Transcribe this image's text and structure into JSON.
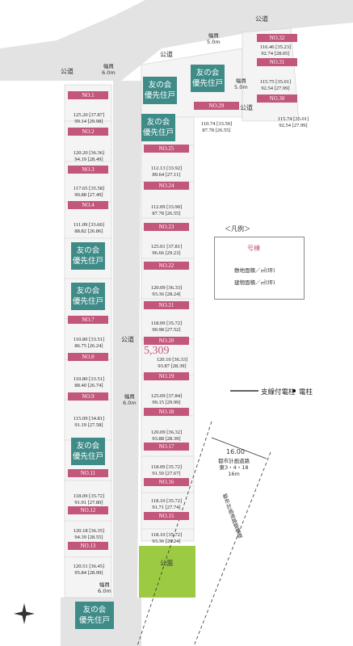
{
  "lots": [
    {
      "no": "NO.1",
      "area": ""
    },
    {
      "no": "NO.2",
      "area": "125.20 [37.87]\n99.14 [29.98]"
    },
    {
      "no": "NO.3",
      "area": "120.20 [36.36]\n94.19 [28.49]"
    },
    {
      "no": "NO.4",
      "area": "117.65 [35.58]\n90.88 [27.49]"
    },
    {
      "no": "NO.7",
      "area": "111.09 [33.60]\n88.82 [26.86]"
    },
    {
      "no": "NO.8",
      "area": "110.80 [33.51]\n86.75 [26.24]"
    },
    {
      "no": "NO.9",
      "area": "110.80 [33.51]\n88.40 [26.74]"
    },
    {
      "no": "NO.11",
      "area": "115.09 [34.81]\n91.19 [27.58]"
    },
    {
      "no": "NO.12",
      "area": "118.09 [35.72]\n91.91 [27.80]"
    },
    {
      "no": "NO.13",
      "area": "120.18 [36.35]\n94.39 [28.55]"
    },
    {
      "no": "NO.15",
      "area": "118.10 [35.72]\n91.71 [27.74]"
    },
    {
      "no": "NO.16",
      "area": "118.09 [35.72]\n91.50 [27.67]"
    },
    {
      "no": "NO.17",
      "area": "120.09 [36.32]\n93.88 [28.39]"
    },
    {
      "no": "NO.18",
      "area": "125.09 [37.84]\n99.15 [29.99]"
    },
    {
      "no": "NO.19",
      "area": "120.10 [36.33]\n93.87 [28.39]"
    },
    {
      "no": "NO.20",
      "area": "118.09 [35.72]\n90.98 [27.52]"
    },
    {
      "no": "NO.21",
      "area": "120.09 [36.33]\n93.36 [28.24]"
    },
    {
      "no": "NO.22",
      "area": "125.01 [37.81]\n96.66 [29.23]"
    },
    {
      "no": "NO.23",
      "area": "112.09 [33.90]\n87.78 [26.55]"
    },
    {
      "no": "NO.24",
      "area": "112.13 [33.92]\n89.64 [27.11]"
    },
    {
      "no": "NO.25",
      "area": ""
    },
    {
      "no": "NO.29",
      "area": "110.74 [33.50]\n87.78 [26.55]"
    },
    {
      "no": "NO.30",
      "area": "115.75 [35.01]\n92.54 [27.99]"
    },
    {
      "no": "NO.31",
      "area": "116.46 [35.23]\n92.74 [28.05]"
    },
    {
      "no": "NO.32",
      "area": ""
    }
  ],
  "extra_areas": [
    "115.74 [35.01]\n92.54 [27.99]",
    "120.51 [36.45]\n95.84 [28.99]",
    "118.10 [35.72]\n93.36 [28.24]"
  ],
  "priority_label": "友の会\n優先住戸",
  "total_units": "5,309",
  "roads": {
    "road": "公道",
    "width_6": "幅員\n6.0m",
    "width_5": "幅員\n5.0m",
    "park": "公園"
  },
  "planned_road": {
    "width": "16.00",
    "name": "都市計画道路\n東3・4・18\n16m",
    "vertical": "都市計画道路整備線"
  },
  "legend": {
    "title": "＜凡例＞",
    "lot_no": "号棟",
    "site": "敷地面積／㎡(坪)",
    "building": "建物面積／㎡(坪)",
    "pole_line": "支線付電柱",
    "pole": "電柱"
  },
  "colors": {
    "label": "#c2567b",
    "priority": "#3e8b88",
    "park": "#9ccb43",
    "road": "#e3e3e3",
    "lot": "#f3f3f3"
  }
}
